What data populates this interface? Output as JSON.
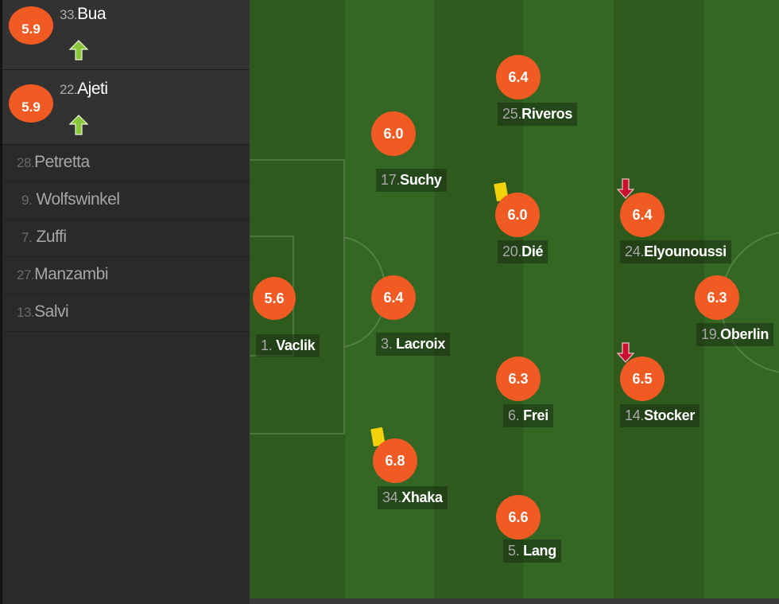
{
  "substitutes_in": [
    {
      "number": "33.",
      "name": "Bua",
      "rating": "5.9",
      "icon": "sub-in-arrow-icon"
    },
    {
      "number": "22.",
      "name": "Ajeti",
      "rating": "5.9",
      "icon": "sub-in-arrow-icon"
    }
  ],
  "bench": [
    {
      "number": "28.",
      "name": "Petretta"
    },
    {
      "number": "9.",
      "name": "Wolfswinkel"
    },
    {
      "number": "7.",
      "name": "Zuffi"
    },
    {
      "number": "27.",
      "name": "Manzambi"
    },
    {
      "number": "13.",
      "name": "Salvi"
    }
  ],
  "players": {
    "vaclik": {
      "number": "1.",
      "name": "Vaclik",
      "rating": "5.6"
    },
    "suchy": {
      "number": "17.",
      "name": "Suchy",
      "rating": "6.0"
    },
    "lacroix": {
      "number": "3.",
      "name": "Lacroix",
      "rating": "6.4"
    },
    "xhaka": {
      "number": "34.",
      "name": "Xhaka",
      "rating": "6.8",
      "card": "yellow"
    },
    "riveros": {
      "number": "25.",
      "name": "Riveros",
      "rating": "6.4"
    },
    "die": {
      "number": "20.",
      "name": "Dié",
      "rating": "6.0",
      "card": "yellow"
    },
    "frei": {
      "number": "6.",
      "name": "Frei",
      "rating": "6.3"
    },
    "lang": {
      "number": "5.",
      "name": "Lang",
      "rating": "6.6"
    },
    "elyounoussi": {
      "number": "24.",
      "name": "Elyounoussi",
      "rating": "6.4",
      "icon": "sub-out-arrow-icon"
    },
    "stocker": {
      "number": "14.",
      "name": "Stocker",
      "rating": "6.5",
      "icon": "sub-out-arrow-icon"
    },
    "oberlin": {
      "number": "19.",
      "name": "Oberlin",
      "rating": "6.3"
    }
  },
  "colors": {
    "rating_badge": "#f05a23",
    "pitch_dark": "#2f5e1e",
    "pitch_light": "#3a6e26",
    "yellow_card": "#f4d20a",
    "sub_in_arrow": "#8cc63f",
    "sub_out_arrow": "#c8102e"
  }
}
